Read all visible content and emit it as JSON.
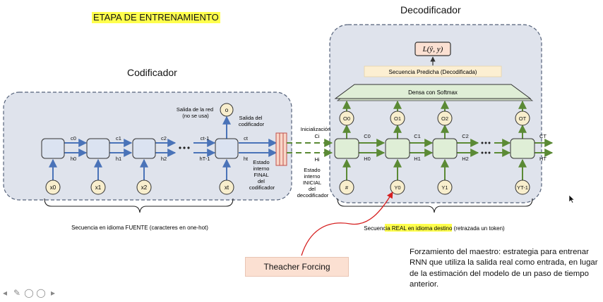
{
  "title": "ETAPA DE ENTRENAMIENTO",
  "encoder": {
    "heading": "Codificador",
    "input_labels": [
      "x0",
      "x1",
      "x2",
      "xt"
    ],
    "c_labels": [
      "c0",
      "c1",
      "c2",
      "ct-1",
      "ct"
    ],
    "h_labels": [
      "h0",
      "h1",
      "h2",
      "hT-1",
      "ht"
    ],
    "network_output_label": "Salida de la red\n(no se usa)",
    "network_output_node": "o",
    "encoder_output_label": "Salida del\ncodificador",
    "final_state_label": "Estado\ninterno\nFINAL\ndel\ncodificador",
    "source_caption": "Secuencia en idioma FUENTE (caracteres en one-hot)"
  },
  "bridge": {
    "init_label": "Inicialización",
    "c_label": "Ci",
    "h_label": "Hi",
    "initial_state_label": "Estado\ninterno\nINICIAL\ndel\ndecodificador"
  },
  "decoder": {
    "heading": "Decodificador",
    "loss_label": "L(ŷ, y)",
    "predicted_label": "Secuencia Predicha (Decodificada)",
    "dense_label": "Densa con Softmax",
    "output_nodes": [
      "O0",
      "O1",
      "O2",
      "OT"
    ],
    "input_nodes": [
      "#",
      "Y0",
      "Y1",
      "YT-1"
    ],
    "c_labels": [
      "C0",
      "C1",
      "C2",
      "CT"
    ],
    "h_labels": [
      "H0",
      "H1",
      "H2",
      "HT"
    ],
    "target_caption_before": "Secuencia ",
    "target_caption_highlight": "REAL en idioma destino",
    "target_caption_after": " (retrazada un token)"
  },
  "teacher_forcing": {
    "label": "Theacher Forcing",
    "note": "Forzamiento del maestro: estrategia para entrenar RNN que utiliza la salida real como entrada, en lugar de la estimación del modelo de un paso de tiempo anterior."
  },
  "colors": {
    "panel_fill": "#dfe3ec",
    "panel_stroke": "#55627a",
    "encoder_arrow": "#4a73b8",
    "decoder_arrow": "#5b8a35",
    "cell_encoder": "#dbe3f1",
    "cell_decoder": "#dfeed6",
    "node_fill": "#f8eecd",
    "highlight": "#ffff4d",
    "teacher_arrow": "#d62020"
  },
  "icons": [
    "arrow-cursor-icon",
    "toolbar-prev-icon",
    "toolbar-pen-icon",
    "toolbar-circle-icon",
    "toolbar-zoom-icon",
    "toolbar-next-icon"
  ]
}
